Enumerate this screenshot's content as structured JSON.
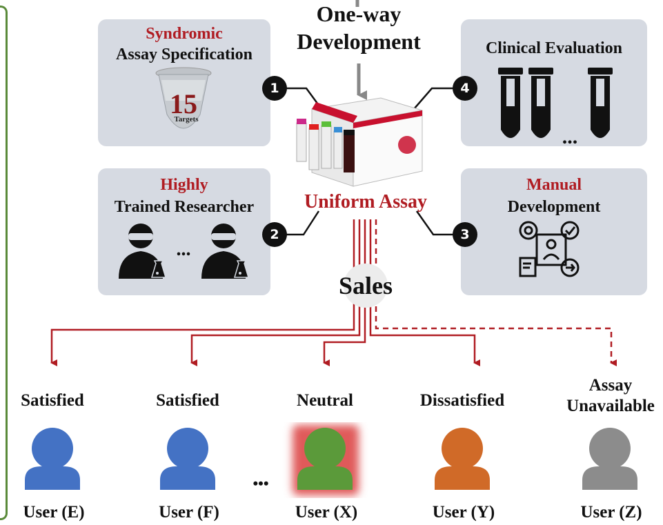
{
  "center": {
    "process_line1": "One-way",
    "process_line2": "Development",
    "product": "Uniform Assay",
    "channel": "Sales"
  },
  "panels": {
    "spec": {
      "number": "1",
      "highlight": "Syndromic",
      "text": "Assay Specification",
      "tube_number": "15",
      "tube_caption": "Targets"
    },
    "researcher": {
      "number": "2",
      "highlight": "Highly",
      "text": "Trained Researcher"
    },
    "manual": {
      "number": "3",
      "highlight": "Manual",
      "text": "Development"
    },
    "clinical": {
      "number": "4",
      "text": "Clinical Evaluation",
      "ellipsis": "..."
    }
  },
  "users": [
    {
      "status": "Satisfied",
      "name": "User (E)",
      "color": "#4472c4"
    },
    {
      "status": "Satisfied",
      "name": "User (F)",
      "color": "#4472c4"
    },
    {
      "status": "Neutral",
      "name": "User (X)",
      "color": "#5b9a3a"
    },
    {
      "status": "Dissatisfied",
      "name": "User (Y)",
      "color": "#d06a28"
    },
    {
      "status": "Assay\nUnavailable",
      "name": "User (Z)",
      "color": "#8c8c8c"
    }
  ],
  "users_ellipsis": "•••",
  "colors": {
    "accent_red": "#b01c22",
    "panel_bg": "#d6dae2",
    "frame_green": "#5a8a3a"
  }
}
